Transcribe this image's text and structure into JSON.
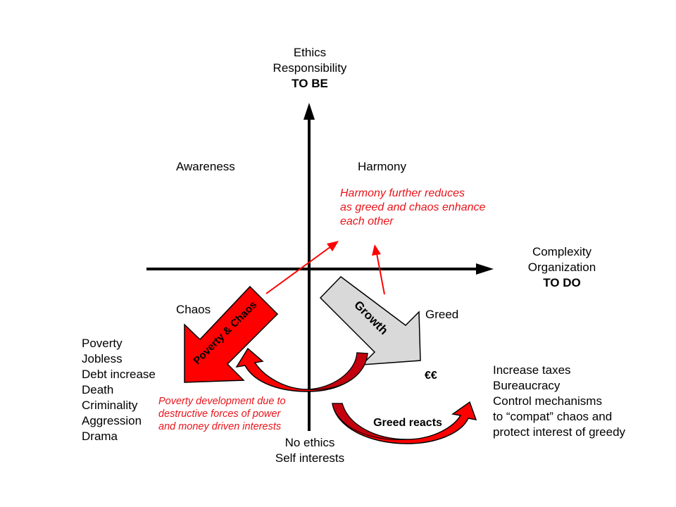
{
  "colors": {
    "axis": "#000000",
    "red": "#ff0000",
    "dark_red": "#c4000e",
    "annotation_red": "#e8141a",
    "growth_fill": "#d9d9d9"
  },
  "axes": {
    "vertical": {
      "top_label": [
        "Ethics",
        "Responsibility"
      ],
      "top_label_bold": "TO BE",
      "bottom_label": [
        "No ethics",
        "Self interests"
      ]
    },
    "horizontal": {
      "right_label": [
        "Complexity",
        "Organization"
      ],
      "right_label_bold": "TO DO"
    }
  },
  "quadrants": {
    "top_left": "Awareness",
    "top_right": "Harmony",
    "bottom_left": "Chaos",
    "bottom_right": "Greed"
  },
  "arrows": {
    "poverty": "Poverty & Chaos",
    "growth": "Growth",
    "greed_reacts": "Greed reacts"
  },
  "annotations": {
    "harmony_note": [
      "Harmony further reduces",
      "as greed and chaos enhance",
      "each other"
    ],
    "poverty_note": [
      "Poverty development due to",
      "destructive forces of power",
      "and money driven interests"
    ],
    "euro": "€€"
  },
  "lists": {
    "poverty_effects": [
      "Poverty",
      "Jobless",
      "Debt increase",
      "Death",
      "Criminality",
      "Aggression",
      "Drama"
    ],
    "greed_effects": [
      "Increase taxes",
      "Bureaucracy",
      "Control mechanisms",
      "to “compat” chaos and",
      "protect interest of greedy"
    ]
  }
}
